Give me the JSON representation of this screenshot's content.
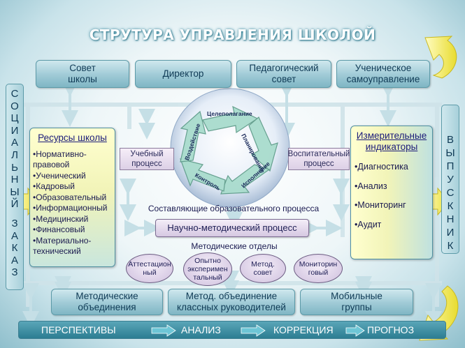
{
  "title": "СТРУТУРА УПРАВЛЕНИЯ ШКОЛОЙ",
  "top_boxes": [
    {
      "line1": "Совет",
      "line2": "школы"
    },
    {
      "line1": "Директор",
      "line2": ""
    },
    {
      "line1": "Педагогический",
      "line2": "совет"
    },
    {
      "line1": "Ученическое",
      "line2": "самоуправление"
    }
  ],
  "left_vertical": [
    "С",
    "О",
    "Ц",
    "И",
    "А",
    "Л",
    "Ь",
    "Н",
    "Ы",
    "Й",
    "",
    "З",
    "А",
    "К",
    "А",
    "З"
  ],
  "right_vertical": [
    "В",
    "Ы",
    "П",
    "У",
    "С",
    "К",
    "Н",
    "И",
    "К"
  ],
  "resources": {
    "heading": "Ресурсы школы",
    "items": [
      "•Нормативно-",
      "правовой",
      "•Ученический",
      "•Кадровый",
      "•Образовательный",
      "•Информационный",
      "•Медицинский",
      "•Финансовый",
      "•Материально-",
      "технический"
    ]
  },
  "indicators": {
    "heading_line1": "Измерительные",
    "heading_line2": "индикаторы",
    "items": [
      "•Диагностика",
      "•Анализ",
      "•Мониторинг",
      "•Аудит"
    ]
  },
  "process_left": {
    "line1": "Учебный",
    "line2": "процесс"
  },
  "process_right": {
    "line1": "Воспитательный",
    "line2": "процесс"
  },
  "cycle": [
    "Целеполагание",
    "Планирование",
    "Исполнение",
    "Контроль",
    "Воздействие"
  ],
  "components_label": "Составляющие образовательного процесса",
  "scientific_process": "Научно-методический процесс",
  "departments_label": "Методические отделы",
  "departments": [
    {
      "line1": "Аттестацион",
      "line2": "ный",
      "line3": ""
    },
    {
      "line1": "Опытно",
      "line2": "эксперимен",
      "line3": "тальный"
    },
    {
      "line1": "Метод.",
      "line2": "совет",
      "line3": ""
    },
    {
      "line1": "Мониторин",
      "line2": "говый",
      "line3": ""
    }
  ],
  "bottom_boxes": [
    {
      "line1": "Методические",
      "line2": "объединения"
    },
    {
      "line1": "Метод. объединение",
      "line2": "классных руководителей"
    },
    {
      "line1": "Мобильные",
      "line2": "группы"
    }
  ],
  "bottom_bar": [
    "ПЕРСПЕКТИВЫ",
    "АНАЛИЗ",
    "КОРРЕКЦИЯ",
    "ПРОГНОЗ"
  ],
  "colors": {
    "teal": "#7fb6c4",
    "bar": "#2c7d92",
    "panel": "#f2f4b8",
    "arrow": "#f0e84a",
    "cycle_arrow": "#9ed4c8"
  }
}
